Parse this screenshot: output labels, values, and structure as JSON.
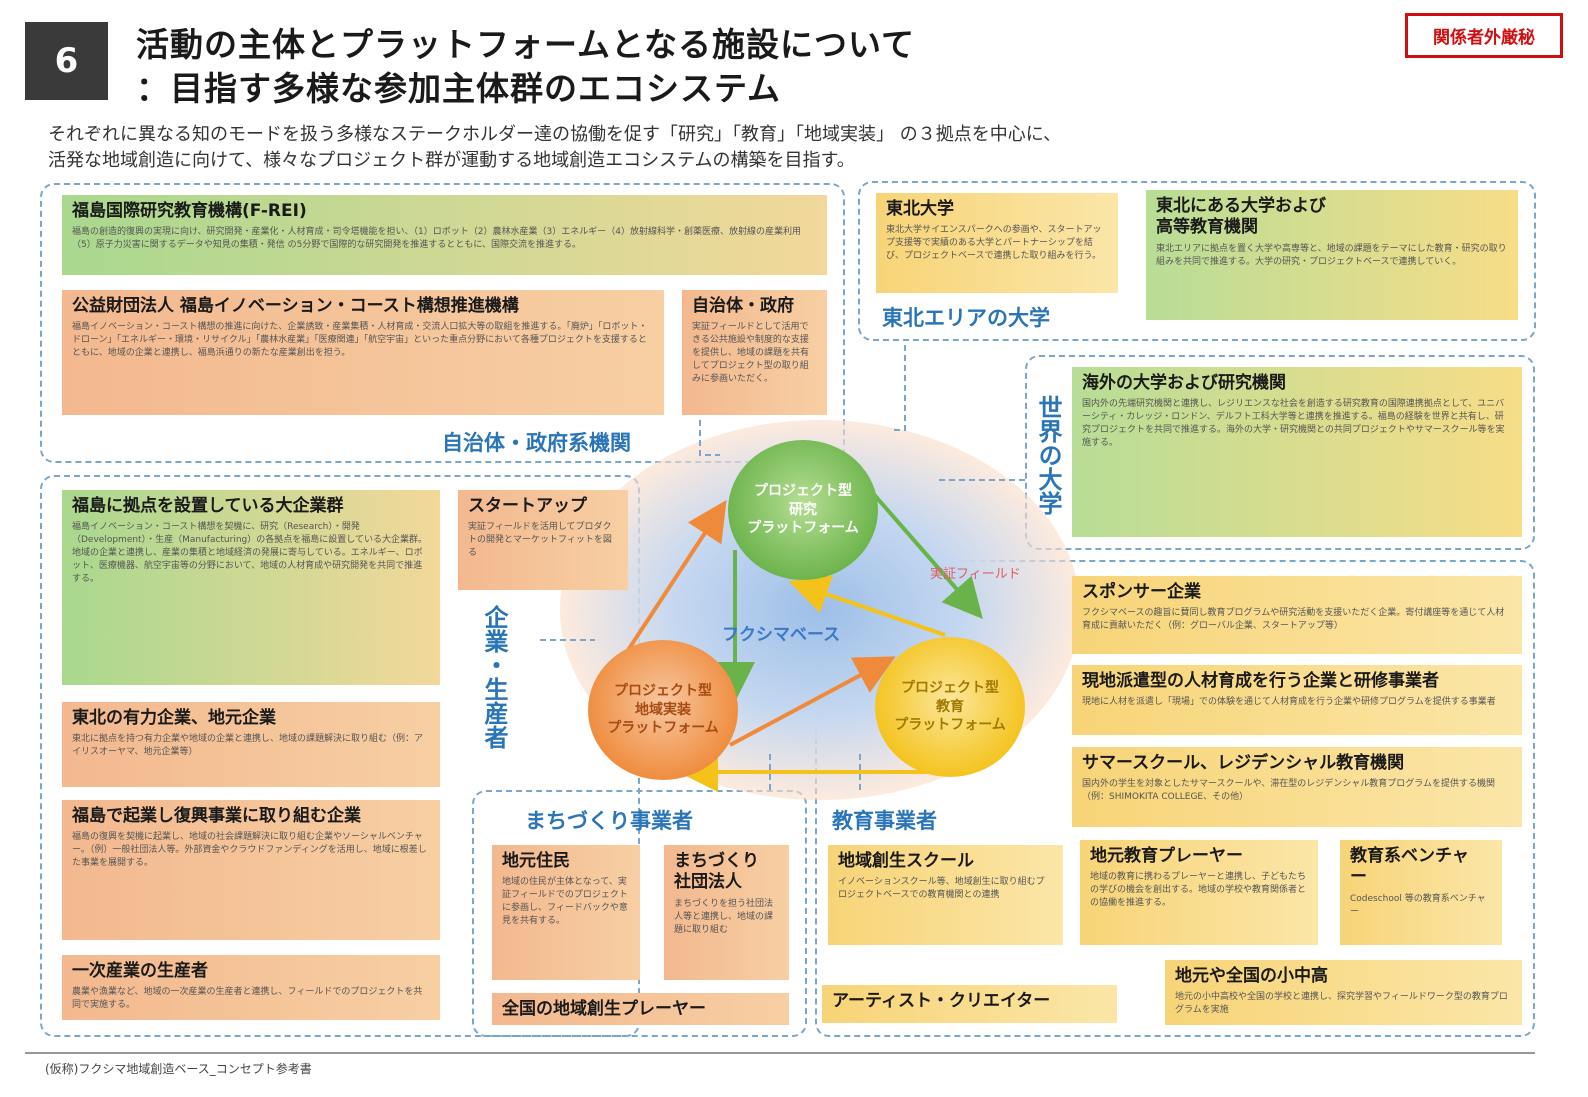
{
  "slide_number": "6",
  "title_line1": "活動の主体とプラットフォームとなる施設について",
  "title_line2": "：目指す多様な参加主体群のエコシステム",
  "confidential": "関係者外厳秘",
  "intro_line1": "それぞれに異なる知のモードを扱う多様なステークホルダー達の協働を促す「研究」「教育」「地域実装」 の３拠点を中心に、",
  "intro_line2": "活発な地域創造に向けて、様々なプロジェクト群が運動する地域創造エコシステムの構築を目指す。",
  "groups": {
    "gov_label": "自治体・政府系機関",
    "tohoku_label": "東北エリアの大学",
    "world_label": "世界の大学",
    "company_label": "企業・生産者",
    "town_label": "まちづくり事業者",
    "edu_label": "教育事業者",
    "field_label": "実証フィールド"
  },
  "center": {
    "base": "フクシマベース",
    "research": [
      "プロジェクト型",
      "研究",
      "プラットフォーム"
    ],
    "implementation": [
      "プロジェクト型",
      "地域実装",
      "プラットフォーム"
    ],
    "education": [
      "プロジェクト型",
      "教育",
      "プラットフォーム"
    ]
  },
  "boxes": {
    "frei": {
      "title": "福島国際研究教育機構(F-REI)",
      "desc": "福島の創造的復興の実現に向け、研究開発・産業化・人材育成・司令塔機能を担い、（1）ロボット（2）農林水産業（3）エネルギー（4）放射線科学・創薬医療、放射線の産業利用（5）原子力災害に関するデータや知見の集積・発信 の5分野で国際的な研究開発を推進するとともに、国際交流を推進する。"
    },
    "innov": {
      "title": "公益財団法人 福島イノベーション・コースト構想推進機構",
      "desc": "福島イノベーション・コースト構想の推進に向けた、企業誘致・産業集積・人材育成・交流人口拡大等の取組を推進する。「廃炉」「ロボット・ドローン」「エネルギー・環境・リサイクル」「農林水産業」「医療関連」「航空宇宙」といった重点分野において各種プロジェクトを支援するとともに、地域の企業と連携し、福島浜通りの新たな産業創出を担う。"
    },
    "local_gov": {
      "title": "自治体・政府",
      "desc": "実証フィールドとして活用できる公共施設や制度的な支援を提供し、地域の課題を共有してプロジェクト型の取り組みに参画いただく。"
    },
    "tohoku_univ": {
      "title": "東北大学",
      "desc": "東北大学サイエンスパークへの参画や、スタートアップ支援等で実績のある大学とパートナーシップを結び、プロジェクトベースで連携した取り組みを行う。"
    },
    "tohoku_higher": {
      "title": "東北にある大学および\n高等教育機関",
      "desc": "東北エリアに拠点を置く大学や高専等と、地域の課題をテーマにした教育・研究の取り組みを共同で推進する。大学の研究・プロジェクトベースで連携していく。"
    },
    "overseas": {
      "title": "海外の大学および研究機関",
      "desc": "国内外の先端研究機関と連携し、レジリエンスな社会を創造する研究教育の国際連携拠点として、ユニバーシティ・カレッジ・ロンドン、デルフト工科大学等と連携を推進する。福島の経験を世界と共有し、研究プロジェクトを共同で推進する。海外の大学・研究機関との共同プロジェクトやサマースクール等を実施する。"
    },
    "big_corp": {
      "title": "福島に拠点を設置している大企業群",
      "desc": "福島イノベーション・コースト構想を契機に、研究（Research）・開発（Development）・生産（Manufacturing）の各拠点を福島に設置している大企業群。地域の企業と連携し、産業の集積と地域経済の発展に寄与している。エネルギー、ロボット、医療機器、航空宇宙等の分野において、地域の人材育成や研究開発を共同で推進する。"
    },
    "startup": {
      "title": "スタートアップ",
      "desc": "実証フィールドを活用してプロダクトの開発とマーケットフィットを図る"
    },
    "tohoku_corp": {
      "title": "東北の有力企業、地元企業",
      "desc": "東北に拠点を持つ有力企業や地域の企業と連携し、地域の課題解決に取り組む（例：アイリスオーヤマ、地元企業等）"
    },
    "recovery_corp": {
      "title": "福島で起業し復興事業に取り組む企業",
      "desc": "福島の復興を契機に起業し、地域の社会課題解決に取り組む企業やソーシャルベンチャー。（例）一般社団法人等。外部資金やクラウドファンディングを活用し、地域に根差した事業を展開する。"
    },
    "producer": {
      "title": "一次産業の生産者",
      "desc": "農業や漁業など、地域の一次産業の生産者と連携し、フィールドでのプロジェクトを共同で実施する。"
    },
    "residents": {
      "title": "地元住民",
      "desc": "地域の住民が主体となって、実証フィールドでのプロジェクトに参画し、フィードバックや意見を共有する。"
    },
    "town_corp": {
      "title": "まちづくり\n社団法人",
      "desc": "まちづくりを担う社団法人等と連携し、地域の課題に取り組む"
    },
    "national_player": {
      "title": "全国の地域創生プレーヤー",
      "desc": ""
    },
    "regional_school": {
      "title": "地域創生スクール",
      "desc": "イノベーションスクール等、地域創生に取り組むプロジェクトベースでの教育機関との連携"
    },
    "artist": {
      "title": "アーティスト・クリエイター",
      "desc": ""
    },
    "sponsor": {
      "title": "スポンサー企業",
      "desc": "フクシマベースの趣旨に賛同し教育プログラムや研究活動を支援いただく企業。寄付講座等を通じて人材育成に貢献いただく（例：グローバル企業、スタートアップ等）"
    },
    "training": {
      "title": "現地派遣型の人材育成を行う企業と研修事業者",
      "desc": "現地に人材を派遣し「現場」での体験を通じて人材育成を行う企業や研修プログラムを提供する事業者"
    },
    "summer": {
      "title": "サマースクール、レジデンシャル教育機関",
      "desc": "国内外の学生を対象としたサマースクールや、滞在型のレジデンシャル教育プログラムを提供する機関（例：SHIMOKITA COLLEGE、その他）"
    },
    "local_edu": {
      "title": "地元教育プレーヤー",
      "desc": "地域の教育に携わるプレーヤーと連携し、子どもたちの学びの機会を創出する。地域の学校や教育関係者との協働を推進する。"
    },
    "edu_venture": {
      "title": "教育系ベンチャ\nー",
      "desc": "Codeschool 等の教育系ベンチャー"
    },
    "schools": {
      "title": "地元や全国の小中高",
      "desc": "地元の小中高校や全国の学校と連携し、探究学習やフィールドワーク型の教育プログラムを実施"
    }
  },
  "footer": "(仮称)フクシマ地域創造ベース_コンセプト参考書",
  "colors": {
    "research": "#6ab24a",
    "implementation": "#ef8a3a",
    "education": "#f4c21a",
    "group_border": "#7aa6cc",
    "group_label": "#2a74b8"
  }
}
